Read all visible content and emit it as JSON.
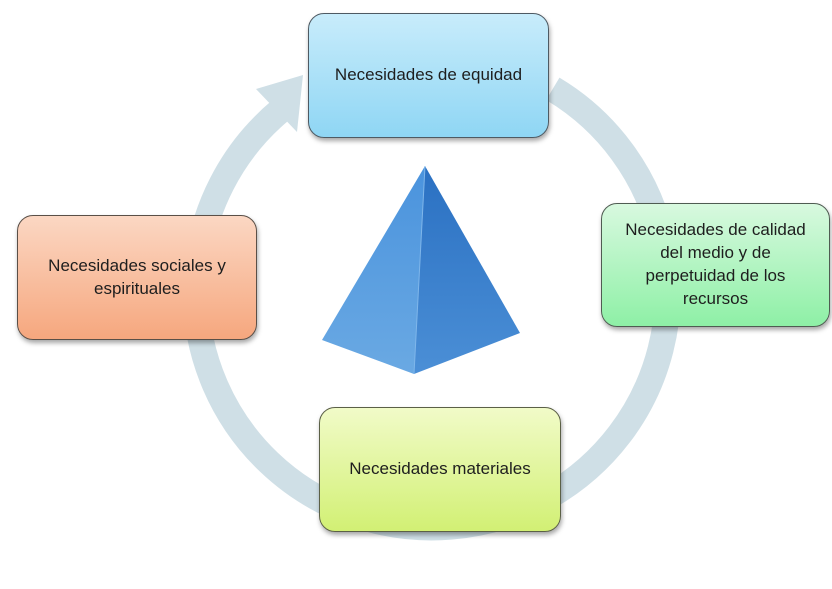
{
  "diagram": {
    "nodes": {
      "top": "Necesidades de equidad",
      "right": "Necesidades de calidad del medio y de perpetuidad de los recursos",
      "bottom": "Necesidades materiales",
      "left": "Necesidades sociales y espirituales"
    },
    "center_shape": "pyramid",
    "colors": {
      "cycle_arrow": "#cfdfe6",
      "pyramid_light": "#6aa9e3",
      "pyramid_dark": "#2e7acb",
      "top_box": "#a6e0f8",
      "right_box": "#a6f3b8",
      "bottom_box": "#dcf48e",
      "left_box": "#f8b995"
    }
  }
}
